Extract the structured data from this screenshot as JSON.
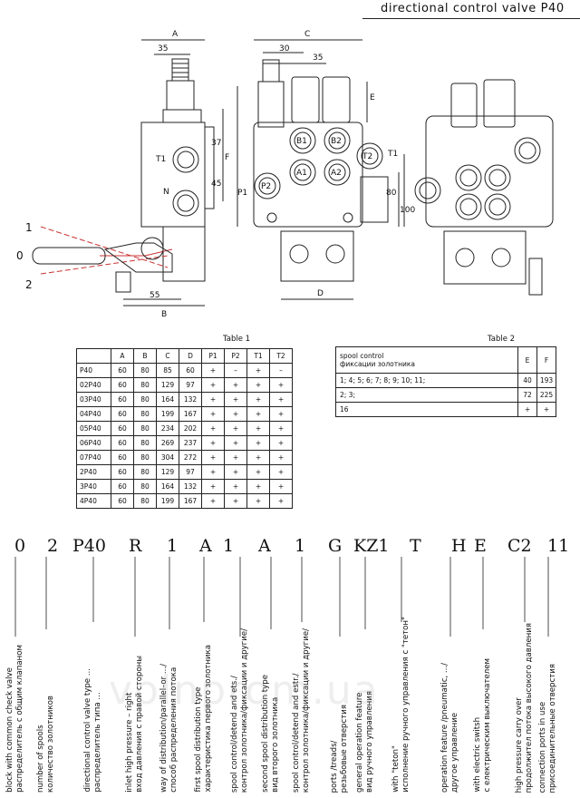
{
  "header": {
    "title": "directional control valve P40"
  },
  "drawing_labels": {
    "dims": [
      "A",
      "35",
      "C",
      "30",
      "35",
      "E",
      "37",
      "45",
      "F",
      "80",
      "100",
      "55",
      "B",
      "D"
    ],
    "ports": [
      "T1",
      "N",
      "B1",
      "B2",
      "A1",
      "A2",
      "T2",
      "P1",
      "P2",
      "T1"
    ],
    "lever_positions": [
      "1",
      "0",
      "2"
    ]
  },
  "table1": {
    "caption": "Table 1",
    "columns": [
      "",
      "A",
      "B",
      "C",
      "D",
      "P1",
      "P2",
      "T1",
      "T2"
    ],
    "rows": [
      [
        "P40",
        "60",
        "80",
        "85",
        "60",
        "+",
        "–",
        "+",
        "–"
      ],
      [
        "02P40",
        "60",
        "80",
        "129",
        "97",
        "+",
        "+",
        "+",
        "+"
      ],
      [
        "03P40",
        "60",
        "80",
        "164",
        "132",
        "+",
        "+",
        "+",
        "+"
      ],
      [
        "04P40",
        "60",
        "80",
        "199",
        "167",
        "+",
        "+",
        "+",
        "+"
      ],
      [
        "05P40",
        "60",
        "80",
        "234",
        "202",
        "+",
        "+",
        "+",
        "+"
      ],
      [
        "06P40",
        "60",
        "80",
        "269",
        "237",
        "+",
        "+",
        "+",
        "+"
      ],
      [
        "07P40",
        "60",
        "80",
        "304",
        "272",
        "+",
        "+",
        "+",
        "+"
      ],
      [
        "2P40",
        "60",
        "80",
        "129",
        "97",
        "+",
        "+",
        "+",
        "+"
      ],
      [
        "3P40",
        "60",
        "80",
        "164",
        "132",
        "+",
        "+",
        "+",
        "+"
      ],
      [
        "4P40",
        "60",
        "80",
        "199",
        "167",
        "+",
        "+",
        "+",
        "+"
      ]
    ]
  },
  "table2": {
    "caption": "Table 2",
    "header": {
      "line1": "spool control",
      "line2": "фиксации золотника",
      "e": "E",
      "f": "F"
    },
    "rows": [
      [
        "1;  4;  5;  6;  7;  8;  9;  10;  11;",
        "40",
        "193"
      ],
      [
        "2;  3;",
        "72",
        "225"
      ],
      [
        "16",
        "+",
        "+"
      ]
    ]
  },
  "code": {
    "parts": [
      "0",
      "2",
      "P40",
      "R",
      "1",
      "A",
      "1",
      "A",
      "1",
      "G",
      "KZ1",
      "T",
      "H",
      "E",
      "C2",
      "11"
    ],
    "labels": [
      [
        "block with common check valve",
        "распределитель с общим клапаном"
      ],
      [
        "number of spools",
        "количество золотников"
      ],
      [
        "directional control valve type ...",
        "распределитель типа ..."
      ],
      [
        "inlet high pressure – right",
        "вход давления с правой стороны"
      ],
      [
        "way of distribution/parallel–or .../",
        "способ распределения потока"
      ],
      [
        "first spool distribution type",
        "характеристика первого золотника"
      ],
      [
        "spool control/detend and ets./",
        "контрол золотника/фиксации и другие/"
      ],
      [
        "second spool distribution type",
        "вид второго золотника"
      ],
      [
        "spool control/detend and estr./",
        "контрол золотника/фиксации и другие/"
      ],
      [
        "ports /treads/",
        "резьбовые отверстия"
      ],
      [
        "general operation feature",
        "вид ручного управления"
      ],
      [
        "with \"teton\"",
        "исполнение ручного управления с \"тетон\""
      ],
      [
        "operation feature /pneumatic, .../",
        "другое управление"
      ],
      [
        "with electric switsh",
        "с електрическим выключателем"
      ],
      [
        "high pressure carry over",
        "продолжител потока высокого давления"
      ],
      [
        "connection ports in use",
        "присоединительные отверстия"
      ]
    ]
  },
  "watermark": "volnprom.ua"
}
